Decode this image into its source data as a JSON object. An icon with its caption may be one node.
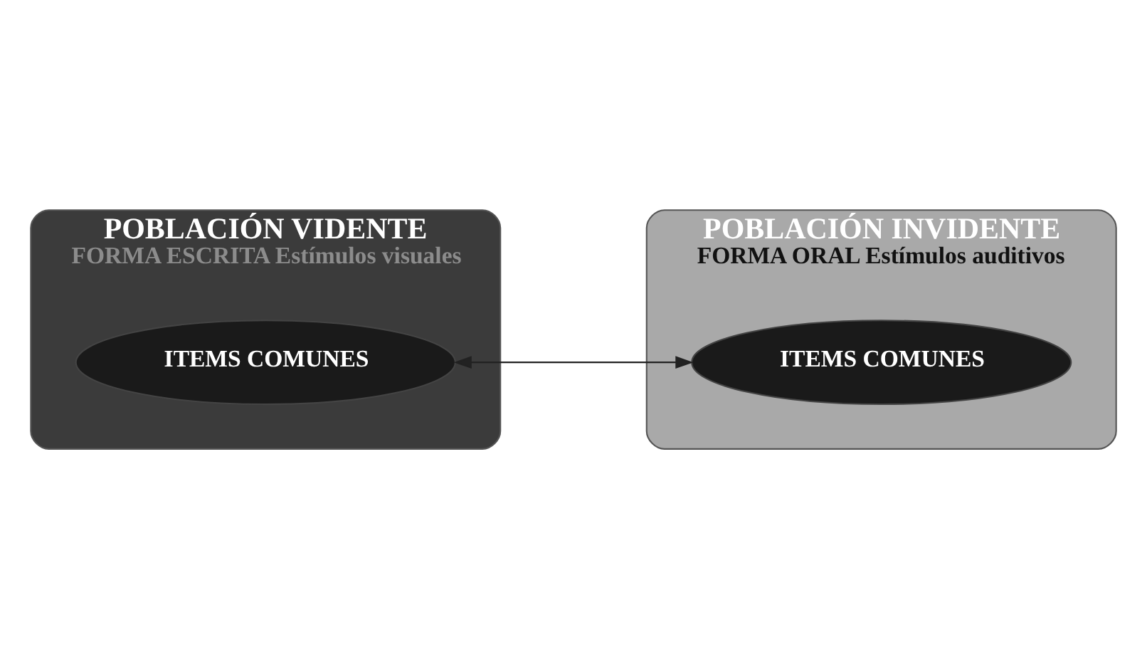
{
  "diagram": {
    "nodes": [
      {
        "text": [
          "POBLACIÓN VIDENTE",
          "FORMA ESCRITA Estímulos visuales"
        ]
      },
      {
        "text": [
          "ITEMS COMUNES"
        ],
        "in": 0
      },
      {
        "text": [
          "POBLACIÓN INVIDENTE",
          "FORMA ORAL Estímulos auditivos"
        ]
      },
      {
        "text": [
          "ITEMS COMUNES"
        ],
        "in": 2
      }
    ],
    "edges": [
      {
        "from": 1,
        "to": 3,
        "arrow": "both"
      }
    ]
  }
}
